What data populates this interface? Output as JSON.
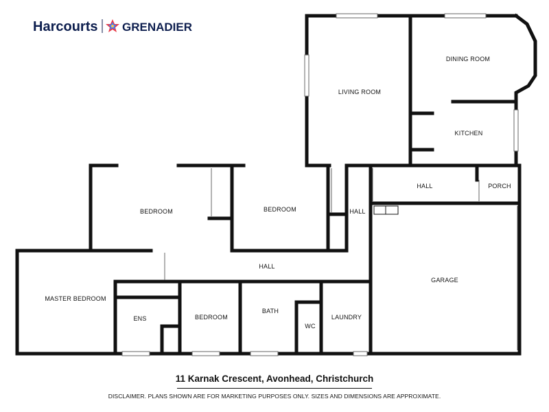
{
  "brand": {
    "primary": "Harcourts",
    "secondary": "GRENADIER",
    "primary_color": "#0d1e4e",
    "secondary_color": "#0d1e4e",
    "star_colors": [
      "#e63946",
      "#f4a261",
      "#2a9d8f",
      "#3a86ff",
      "#f9c74f",
      "#9b5de5"
    ]
  },
  "rooms": {
    "living_room": "LIVING ROOM",
    "dining_room": "DINING ROOM",
    "kitchen": "KITCHEN",
    "hall_top": "HALL",
    "porch": "PORCH",
    "hall_mid": "HALL",
    "bedroom_1": "BEDROOM",
    "bedroom_2": "BEDROOM",
    "garage": "GARAGE",
    "hall_main": "HALL",
    "master_bedroom": "MASTER BEDROOM",
    "ens": "ENS",
    "bedroom_3": "BEDROOM",
    "bath": "BATH",
    "wc": "WC",
    "laundry": "LAUNDRY"
  },
  "address": "11 Karnak Crescent, Avonhead, Christchurch",
  "disclaimer": "DISCLAIMER. PLANS SHOWN ARE FOR MARKETING PURPOSES ONLY. SIZES AND DIMENSIONS ARE APPROXIMATE."
}
